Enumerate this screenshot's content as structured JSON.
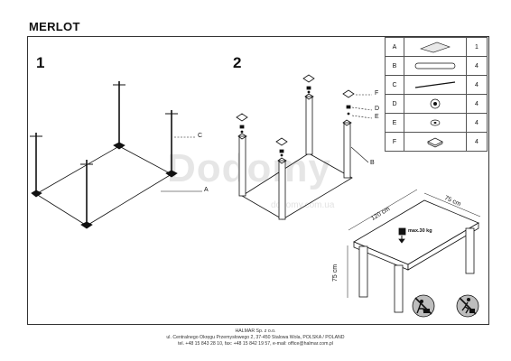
{
  "document": {
    "title": "MERLOT"
  },
  "steps": [
    {
      "number": "1"
    },
    {
      "number": "2"
    }
  ],
  "step1_labels": {
    "C": "C",
    "A": "A"
  },
  "step2_labels": {
    "F": "F",
    "D": "D",
    "E": "E",
    "B": "B"
  },
  "parts": [
    {
      "letter": "A",
      "qty": "1",
      "icon": "tabletop-panel-icon"
    },
    {
      "letter": "B",
      "qty": "4",
      "icon": "leg-tube-icon"
    },
    {
      "letter": "C",
      "qty": "4",
      "icon": "threaded-rod-icon"
    },
    {
      "letter": "D",
      "qty": "4",
      "icon": "nut-icon"
    },
    {
      "letter": "E",
      "qty": "4",
      "icon": "washer-icon"
    },
    {
      "letter": "F",
      "qty": "4",
      "icon": "foot-cap-icon"
    }
  ],
  "dimensions": {
    "length": "120 cm",
    "width": "75 cm",
    "height": "75 cm",
    "max_load": "max.30 kg"
  },
  "watermark": {
    "brand": "Dodomy",
    "url": "dodomy.com.ua"
  },
  "footer": {
    "company": "HALMAR Sp. z o.o.",
    "address": "ul. Centralnego Okręgu Przemysłowego 2, 37-450 Stalowa Wola, POLSKA / POLAND",
    "contact": "tel. +48 15 843 28 10, fax: +48 15 842 19 57, e-mail: office@halmar.com.pl"
  }
}
